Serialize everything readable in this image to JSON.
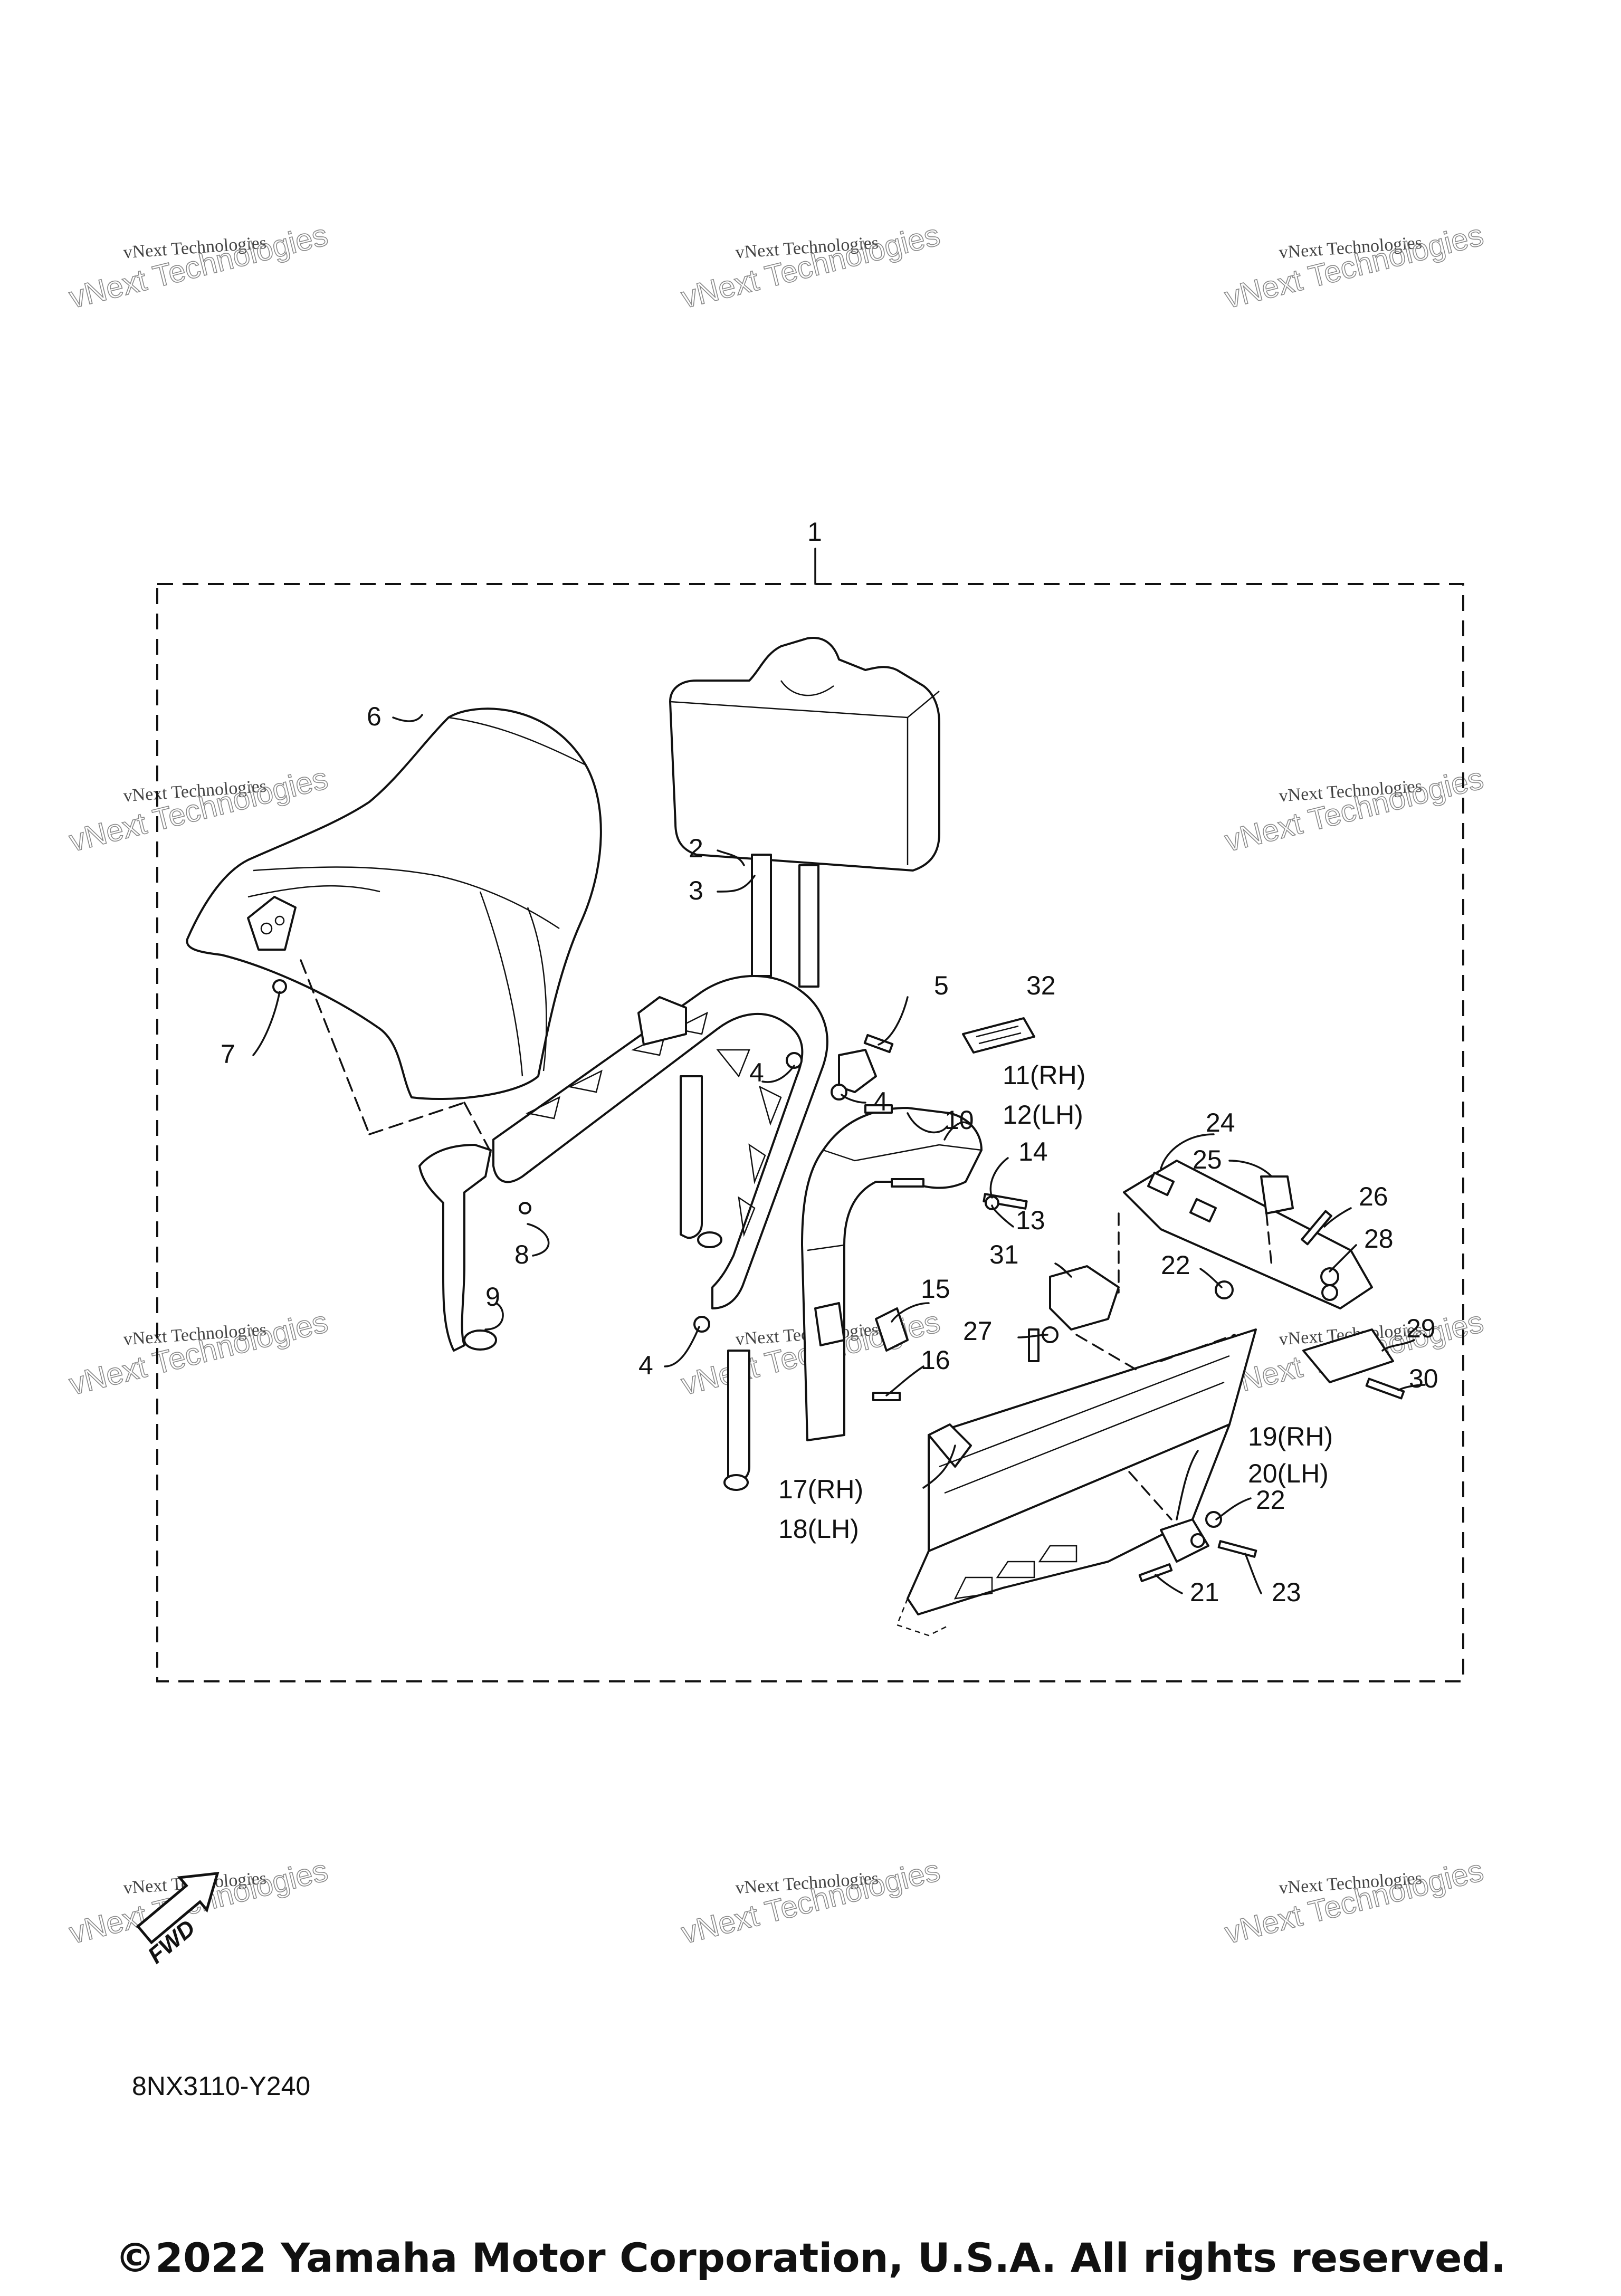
{
  "diagram": {
    "doc_code": "8NX3110-Y240",
    "copyright": "©2022 Yamaha Motor Corporation, U.S.A. All rights reserved.",
    "fwd_label": "FWD",
    "watermark": {
      "line1": "vNext Technologies",
      "line2": "vNext Technologies"
    },
    "callouts": {
      "c1": "1",
      "c2": "2",
      "c3": "3",
      "c4a": "4",
      "c4b": "4",
      "c4c": "4",
      "c5": "5",
      "c6": "6",
      "c7": "7",
      "c8": "8",
      "c9": "9",
      "c10": "10",
      "c11": "11(RH)",
      "c12": "12(LH)",
      "c13": "13",
      "c14": "14",
      "c15": "15",
      "c16": "16",
      "c17": "17(RH)",
      "c18": "18(LH)",
      "c19": "19(RH)",
      "c20": "20(LH)",
      "c21": "21",
      "c22a": "22",
      "c22b": "22",
      "c23": "23",
      "c24": "24",
      "c25": "25",
      "c26": "26",
      "c27": "27",
      "c28": "28",
      "c29": "29",
      "c30": "30",
      "c31": "31",
      "c32": "32"
    }
  }
}
